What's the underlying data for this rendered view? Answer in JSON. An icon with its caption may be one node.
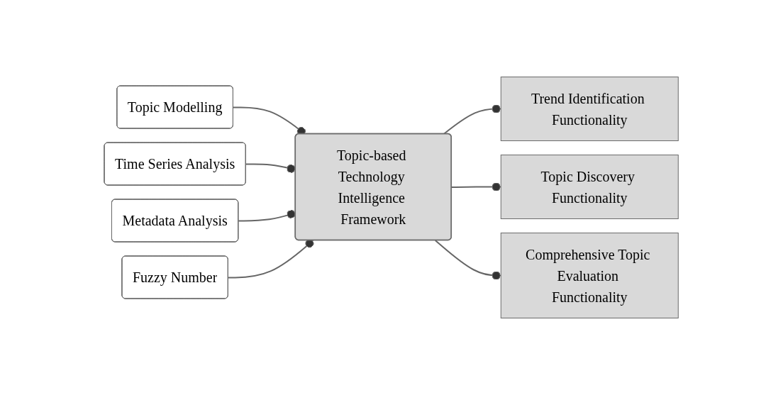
{
  "diagram": {
    "nodes": [
      {
        "text": [
          "Topic Modelling"
        ]
      },
      {
        "text": [
          "Time Series Analysis"
        ]
      },
      {
        "text": [
          "Metadata Analysis"
        ]
      },
      {
        "text": [
          "Fuzzy Number"
        ]
      },
      {
        "text": [
          "Topic-based Technology Intelligence Framework"
        ]
      },
      {
        "text": [
          "Trend Identification Functionality"
        ]
      },
      {
        "text": [
          "Topic Discovery Functionality"
        ]
      },
      {
        "text": [
          "Comprehensive Topic Evaluation Functionality"
        ]
      }
    ],
    "edges": [
      {
        "from": 0,
        "to": 4,
        "arrow": "other"
      },
      {
        "from": 1,
        "to": 4,
        "arrow": "other"
      },
      {
        "from": 2,
        "to": 4,
        "arrow": "other"
      },
      {
        "from": 3,
        "to": 4,
        "arrow": "other"
      },
      {
        "from": 4,
        "to": 5,
        "arrow": "other"
      },
      {
        "from": 4,
        "to": 6,
        "arrow": "other"
      },
      {
        "from": 4,
        "to": 7,
        "arrow": "other"
      }
    ]
  }
}
